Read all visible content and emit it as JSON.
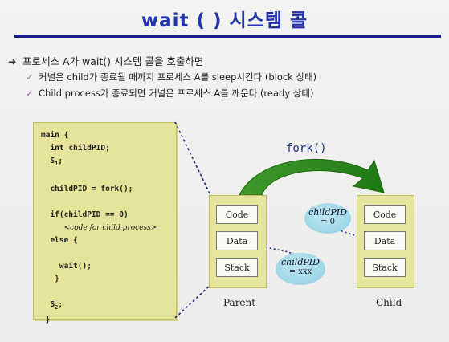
{
  "title": "wait ( ) 시스템 콜",
  "bullets": {
    "main": "프로세스 A가 wait() 시스템 콜을 호출하면",
    "sub": [
      "커널은 child가 종료될 때까지 프로세스 A를 sleep시킨다 (block 상태)",
      "Child process가 종료되면 커널은 프로세스 A를 깨운다 (ready 상태)"
    ]
  },
  "code": {
    "line1": "main {",
    "line2": "  int childPID;",
    "line3_prefix": "  S",
    "line3_sub": "1",
    "line3_suffix": ";",
    "line4": "  childPID = fork();",
    "line5": "  if(childPID == 0)",
    "line6": "<code for child process>",
    "line7": "  else {",
    "line8": "    wait();",
    "line9": "   }",
    "line10_prefix": "  S",
    "line10_sub": "2",
    "line10_suffix": ";",
    "line11": " }"
  },
  "fork_label": "fork()",
  "parent": {
    "label": "Parent",
    "segments": [
      "Code",
      "Data",
      "Stack"
    ]
  },
  "child": {
    "label": "Child",
    "segments": [
      "Code",
      "Data",
      "Stack"
    ]
  },
  "parent_value": {
    "name": "childPID",
    "value": "= xxx"
  },
  "child_value": {
    "name": "childPID",
    "value": "= 0"
  },
  "colors": {
    "title": "#2233aa",
    "box_fill": "#e5e49a",
    "arrow": "#2f8f1f",
    "ellipse": "#9fd6e8",
    "dashed": "#1c2a8c"
  }
}
